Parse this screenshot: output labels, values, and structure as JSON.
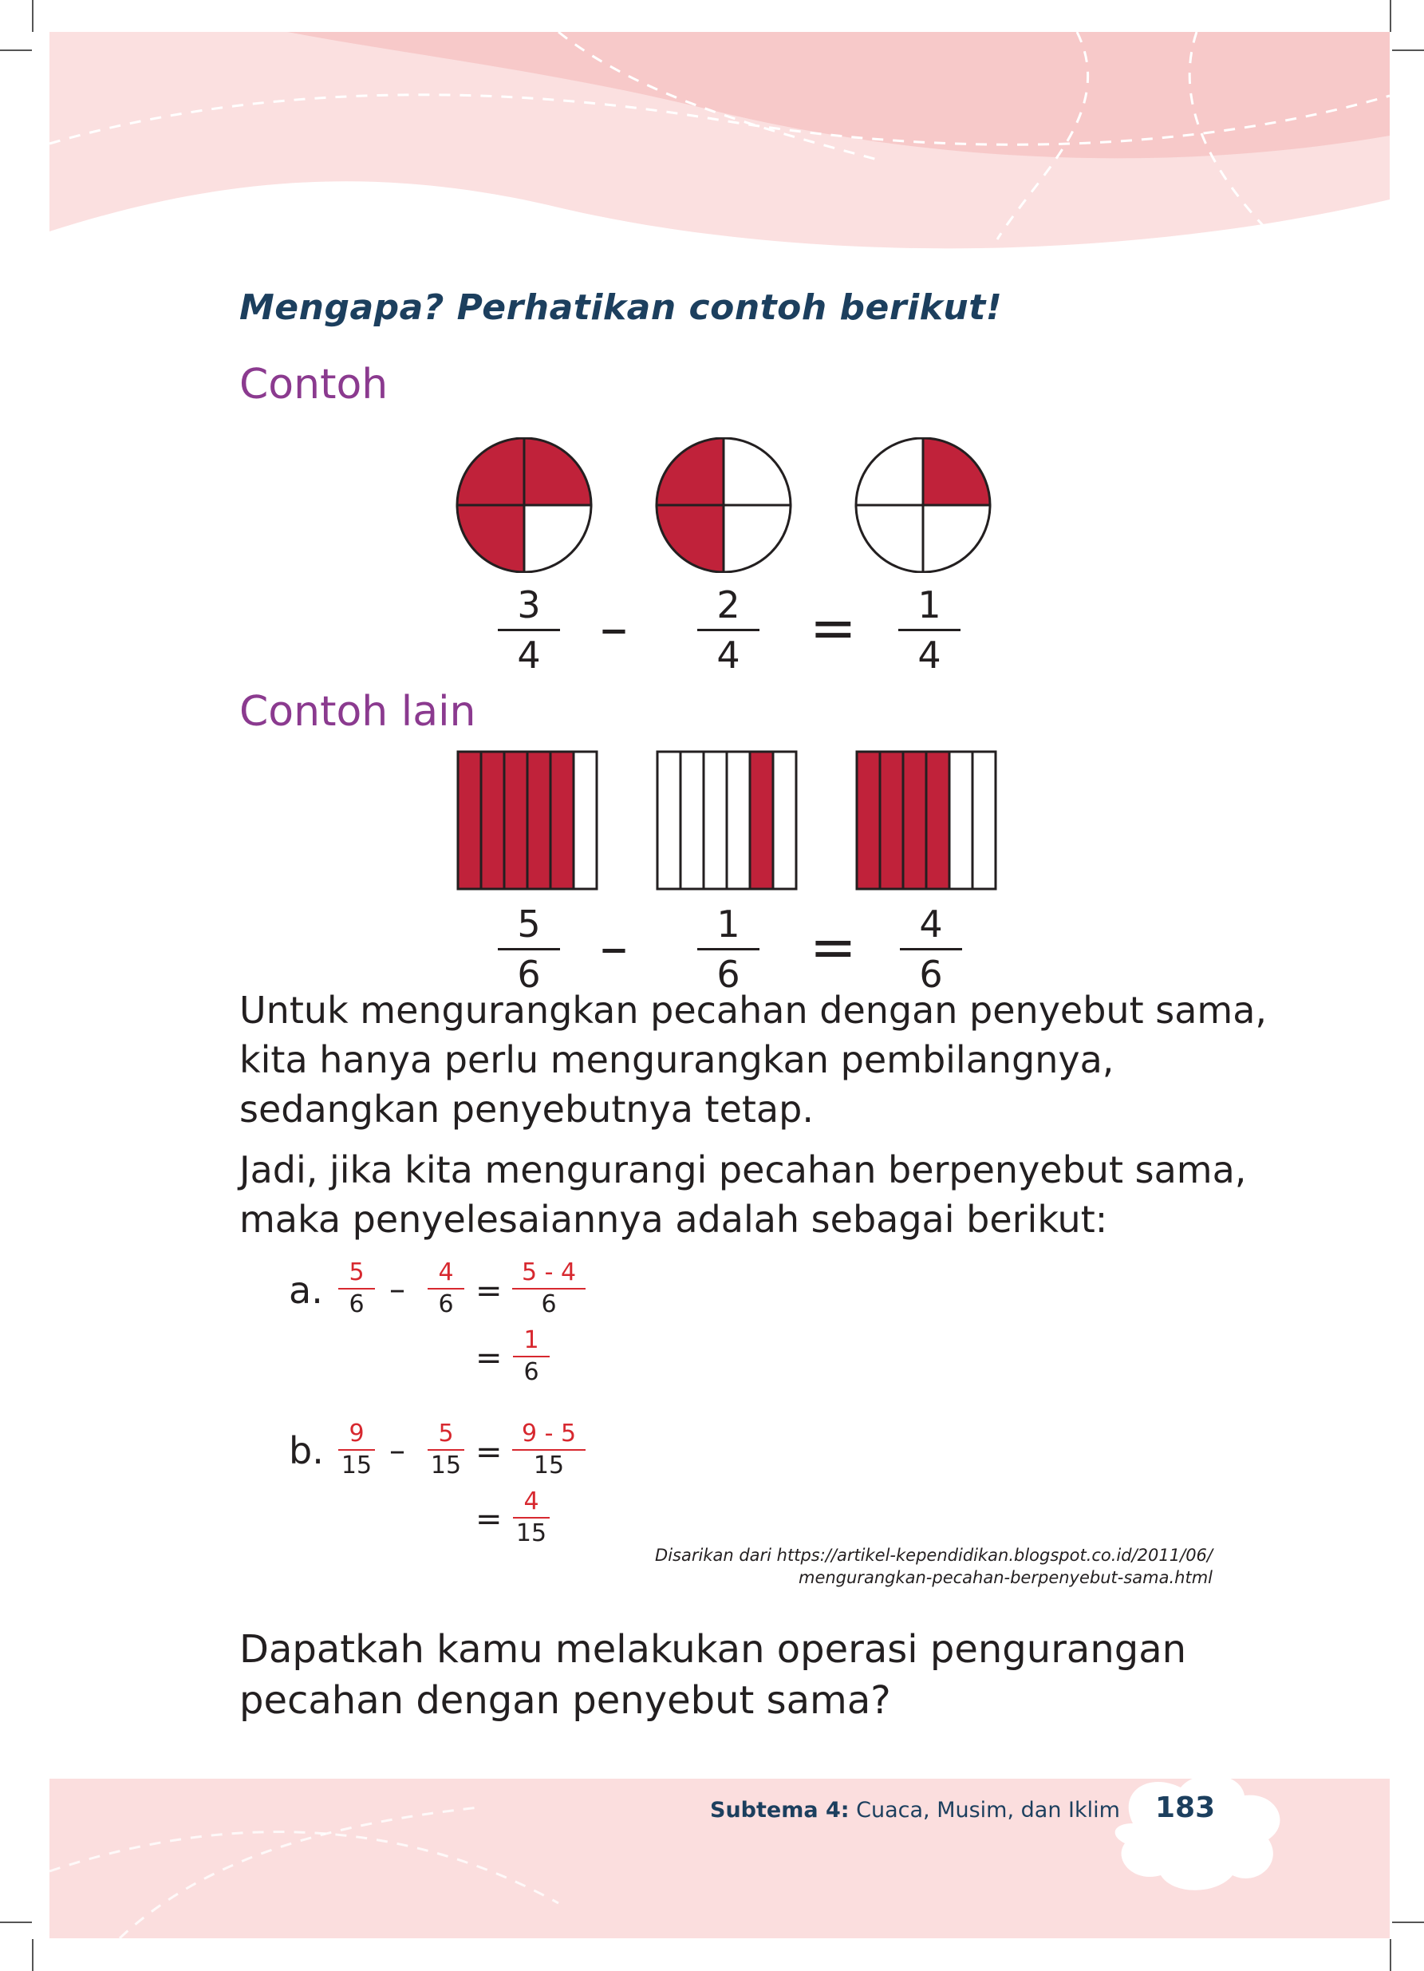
{
  "heading": "Mengapa? Perhatikan contoh berikut!",
  "example_title": "Contoh",
  "example1": {
    "fractions": [
      {
        "num": "3",
        "den": "4"
      },
      {
        "num": "2",
        "den": "4"
      },
      {
        "num": "1",
        "den": "4"
      }
    ],
    "operator": "–",
    "equals": "="
  },
  "example2_title": "Contoh lain",
  "example2": {
    "fractions": [
      {
        "num": "5",
        "den": "6"
      },
      {
        "num": "1",
        "den": "6"
      },
      {
        "num": "4",
        "den": "6"
      }
    ],
    "operator": "–",
    "equals": "="
  },
  "paragraph1": "Untuk mengurangkan pecahan dengan penyebut sama, kita hanya perlu mengurangkan pembilangnya, sedangkan penyebutnya tetap.",
  "paragraph2": "Jadi, jika kita mengurangi pecahan berpenyebut sama, maka penyelesaiannya adalah sebagai berikut:",
  "steps": {
    "a": {
      "label": "a.",
      "f1": {
        "num": "5",
        "den": "6"
      },
      "f2": {
        "num": "4",
        "den": "6"
      },
      "f3": {
        "num": "5 - 4",
        "den": "6"
      },
      "f4": {
        "num": "1",
        "den": "6"
      }
    },
    "b": {
      "label": "b.",
      "f1": {
        "num": "9",
        "den": "15"
      },
      "f2": {
        "num": "5",
        "den": "15"
      },
      "f3": {
        "num": "9 - 5",
        "den": "15"
      },
      "f4": {
        "num": "4",
        "den": "15"
      }
    },
    "minus": "–",
    "equals": "="
  },
  "source": {
    "line1": "Disarikan dari https://artikel-kependidikan.blogspot.co.id/2011/06/",
    "line2": "mengurangkan-pecahan-berpenyebut-sama.html"
  },
  "question": "Dapatkah kamu melakukan operasi pengurangan pecahan dengan penyebut sama?",
  "footer": {
    "subtema_label": "Subtema 4:",
    "subtema_title": " Cuaca, Musim, dan Iklim",
    "page_number": "183"
  },
  "colors": {
    "fill": "#c0223a",
    "heading": "#1c3f5e",
    "section_title": "#8b3a8f",
    "band": "#fadada"
  },
  "visuals": {
    "circles_shaded": [
      [
        true,
        true,
        true,
        false
      ],
      [
        true,
        false,
        true,
        false
      ],
      [
        false,
        true,
        false,
        false
      ]
    ],
    "bars_shaded": [
      [
        1,
        1,
        1,
        1,
        1,
        0
      ],
      [
        0,
        0,
        0,
        0,
        1,
        0
      ],
      [
        1,
        1,
        1,
        1,
        0,
        0
      ]
    ]
  }
}
